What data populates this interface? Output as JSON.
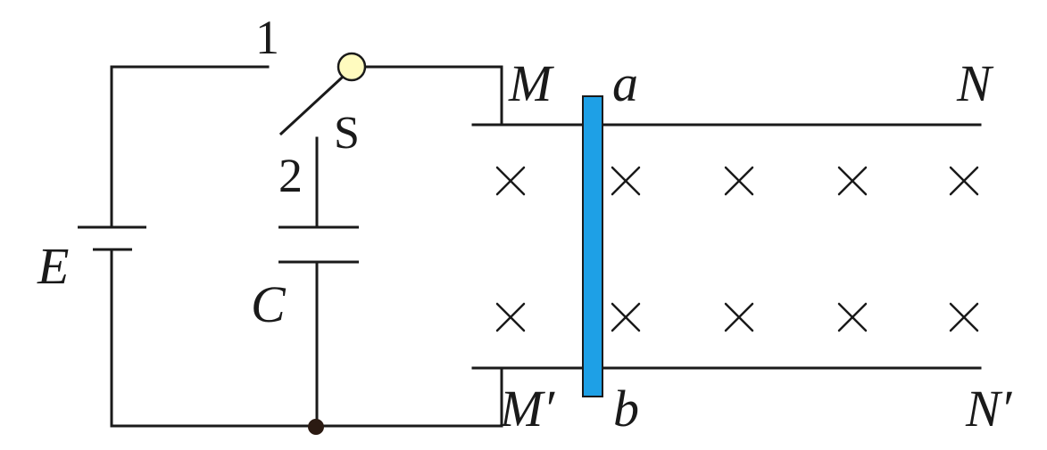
{
  "labels": {
    "terminal_1": "1",
    "terminal_2": "2",
    "switch": "S",
    "battery": "E",
    "capacitor": "C",
    "rail_top_left": "M",
    "rail_top_right": "N",
    "rail_bottom_left": "M′",
    "rail_bottom_right": "N′",
    "rod_top": "a",
    "rod_bottom": "b"
  },
  "field": {
    "symbol": "×",
    "direction": "into-page",
    "rows": 2,
    "cols": 5
  },
  "colors": {
    "line": "#1a1a1a",
    "rod": "#1ea0e6",
    "switch_pivot": "#fffbbf",
    "junction": "#2b1a12"
  }
}
